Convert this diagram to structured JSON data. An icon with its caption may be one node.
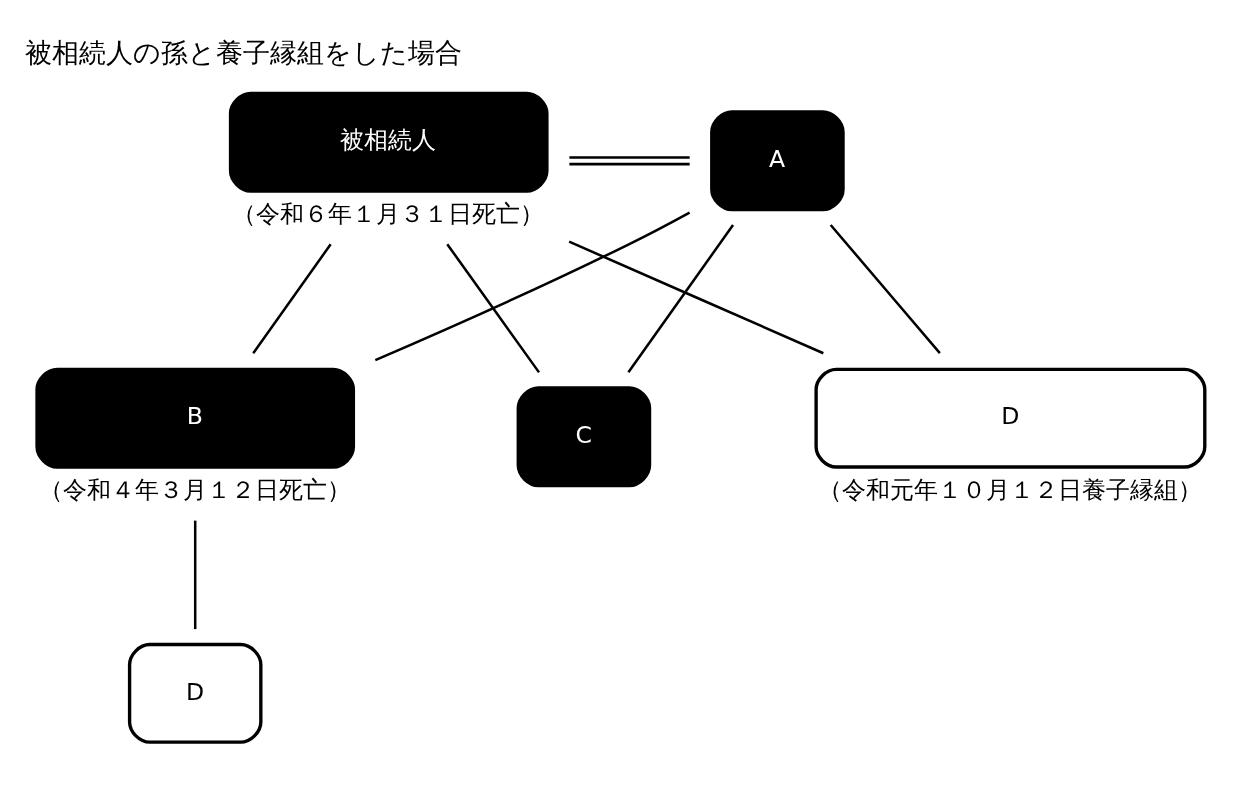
{
  "diagram": {
    "title": "被相続人の孫と養子縁組をした場合",
    "nodes": [
      {
        "text": [
          "被相続人"
        ],
        "beside": [
          "（令和６年１月３１日死亡）"
        ]
      },
      {
        "text": [
          "A"
        ]
      },
      {
        "text": [
          "B"
        ],
        "beside": [
          "（令和４年３月１２日死亡）"
        ]
      },
      {
        "text": [
          "C"
        ]
      },
      {
        "text": [
          "D"
        ],
        "beside": [
          "（令和元年１０月１２日養子縁組）"
        ]
      },
      {
        "text": [
          "D"
        ]
      }
    ],
    "edges": [
      {
        "from": 0,
        "to": 1,
        "arrow": "none"
      },
      {
        "from": 0,
        "to": 2,
        "arrow": "none"
      },
      {
        "from": 1,
        "to": 2,
        "arrow": "none"
      },
      {
        "from": 0,
        "to": 3,
        "arrow": "none"
      },
      {
        "from": 1,
        "to": 3,
        "arrow": "none"
      },
      {
        "from": 0,
        "to": 4,
        "arrow": "none"
      },
      {
        "from": 1,
        "to": 4,
        "arrow": "none"
      },
      {
        "from": 2,
        "to": 5,
        "arrow": "none"
      }
    ]
  }
}
